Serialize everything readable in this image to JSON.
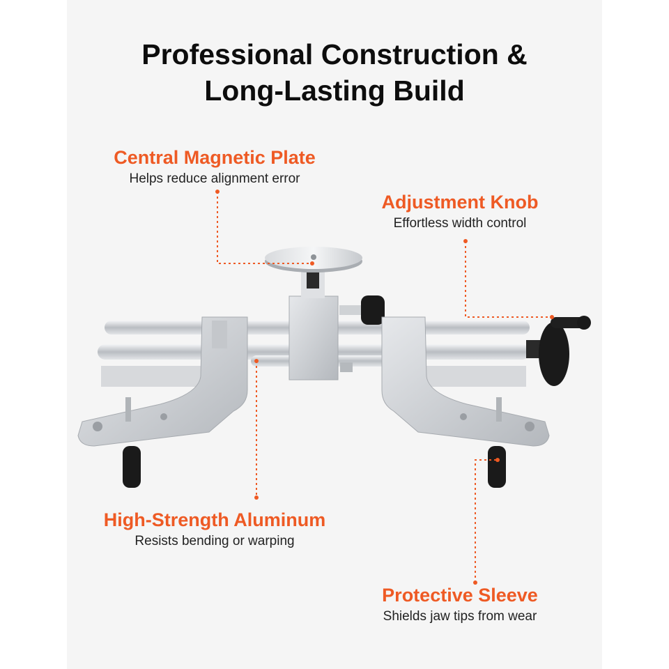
{
  "title": {
    "line1": "Professional Construction &",
    "line2": "Long-Lasting Build"
  },
  "callouts": {
    "plate": {
      "heading": "Central Magnetic Plate",
      "description": "Helps reduce alignment error"
    },
    "knob": {
      "heading": "Adjustment Knob",
      "description": "Effortless width control"
    },
    "aluminum": {
      "heading": "High-Strength Aluminum",
      "description": "Resists bending or warping"
    },
    "sleeve": {
      "heading": "Protective Sleeve",
      "description": "Shields jaw tips from wear"
    }
  },
  "colors": {
    "accent": "#ee5a24",
    "title": "#0d0d0d",
    "background": "#f5f5f5",
    "metal": "#c9ccd0",
    "rubber": "#1a1a1a"
  }
}
